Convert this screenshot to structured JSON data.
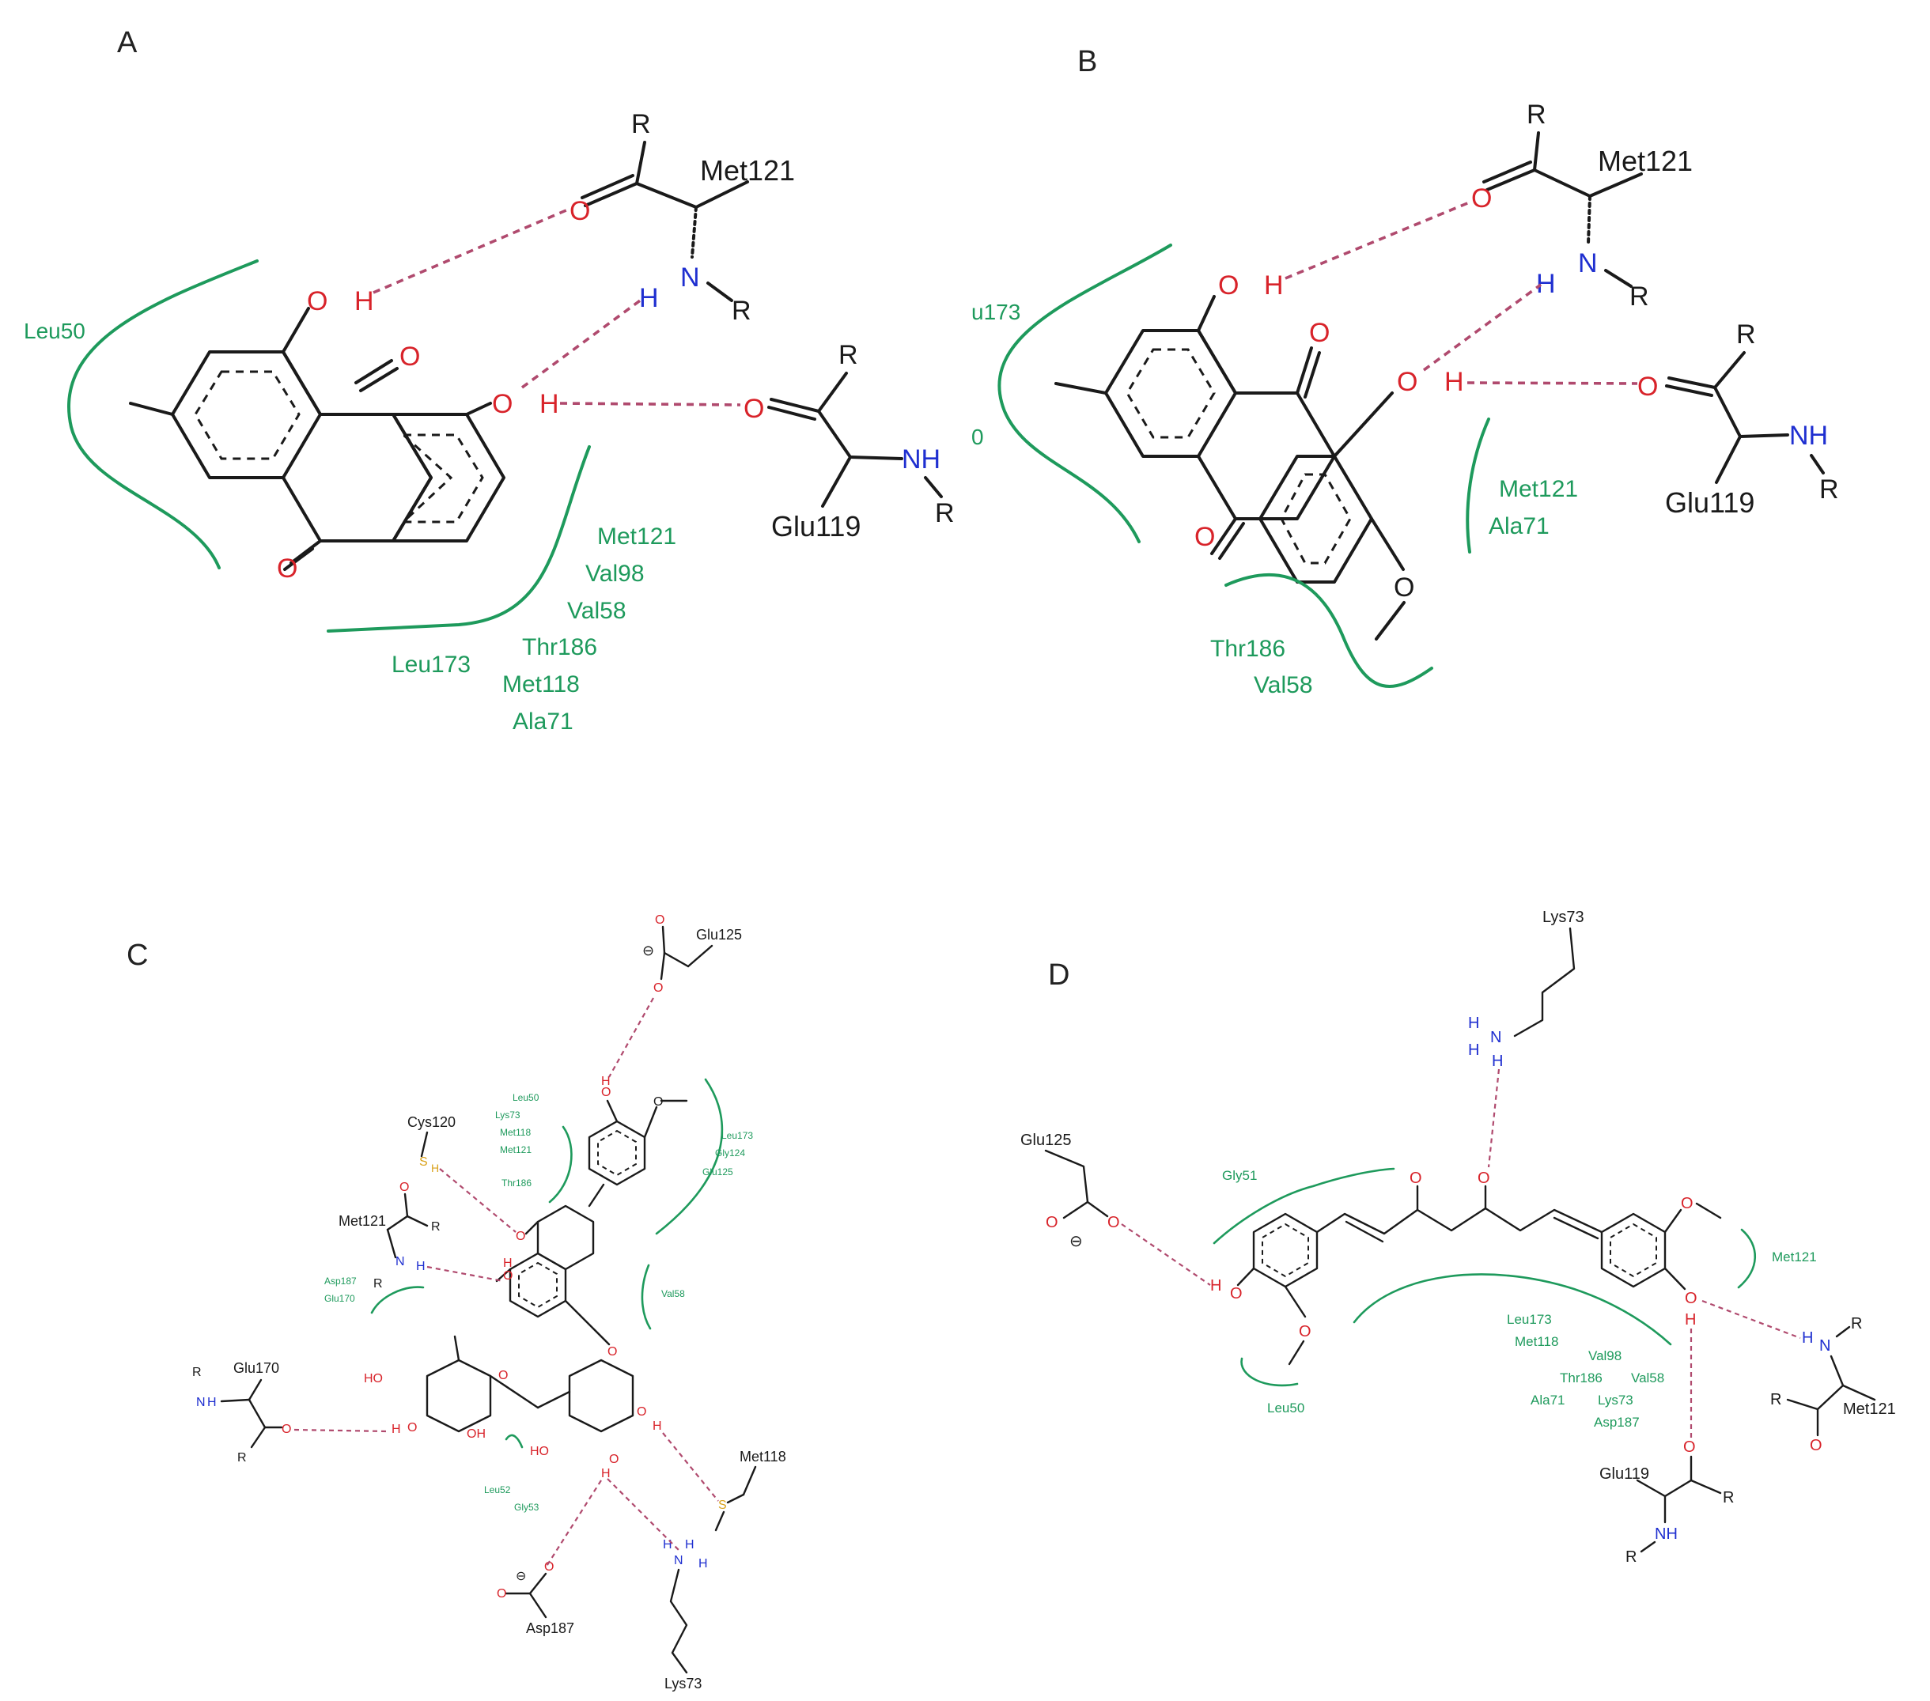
{
  "panels": {
    "A": {
      "label": "A",
      "residues": {
        "met121": "Met121",
        "glu119": "Glu119",
        "leu50": "Leu50",
        "pocket": [
          "Met121",
          "Val98",
          "Val58",
          "Thr186",
          "Met118",
          "Ala71"
        ],
        "leu173": "Leu173"
      },
      "atoms": {
        "R": "R",
        "O": "O",
        "H": "H",
        "N": "N",
        "NH": "NH"
      }
    },
    "B": {
      "label": "B",
      "residues": {
        "met121": "Met121",
        "glu119": "Glu119",
        "leu173_partial": "u173",
        "zero": "0",
        "pocket": [
          "Met121",
          "Ala71"
        ],
        "pocket2": [
          "Thr186",
          "Val58"
        ]
      },
      "atoms": {
        "R": "R",
        "O": "O",
        "H": "H",
        "N": "N",
        "NH": "NH"
      }
    },
    "C": {
      "label": "C",
      "residues": {
        "glu125": "Glu125",
        "cys120": "Cys120",
        "met121": "Met121",
        "glu170": "Glu170",
        "met118": "Met118",
        "asp187": "Asp187",
        "lys73": "Lys73",
        "pocket1": [
          "Leu50",
          "Lys73",
          "Met118",
          "Met121",
          "Thr186"
        ],
        "pocket2": [
          "Leu173",
          "Gly124",
          "Glu125"
        ],
        "pocket3": [
          "Asp187",
          "Glu170"
        ],
        "val58": "Val58",
        "pocket4": [
          "Leu52",
          "Gly53"
        ]
      },
      "atoms": {
        "R": "R",
        "O": "O",
        "H": "H",
        "N": "N",
        "S": "S",
        "HO": "HO",
        "OH": "OH",
        "minus": "⊖"
      }
    },
    "D": {
      "label": "D",
      "residues": {
        "lys73": "Lys73",
        "glu125": "Glu125",
        "gly51": "Gly51",
        "met121_pocket": "Met121",
        "leu50": "Leu50",
        "pocket": [
          "Leu173",
          "Met118"
        ],
        "pocket_b": [
          "Val98"
        ],
        "pocket_c": [
          "Thr186",
          "Val58"
        ],
        "pocket_d": [
          "Ala71",
          "Lys73"
        ],
        "pocket_e": [
          "Asp187"
        ],
        "met121": "Met121",
        "glu119": "Glu119"
      },
      "atoms": {
        "R": "R",
        "O": "O",
        "H": "H",
        "N": "N",
        "NH": "NH",
        "minus": "⊖"
      }
    }
  },
  "colors": {
    "hydrophobic_arc": "#1e9a5c",
    "hbond": "#b04a6e",
    "oxygen": "#d8232a",
    "nitrogen": "#1f2fd0",
    "sulfur": "#d9a21b",
    "bond": "#1a1a1a"
  }
}
